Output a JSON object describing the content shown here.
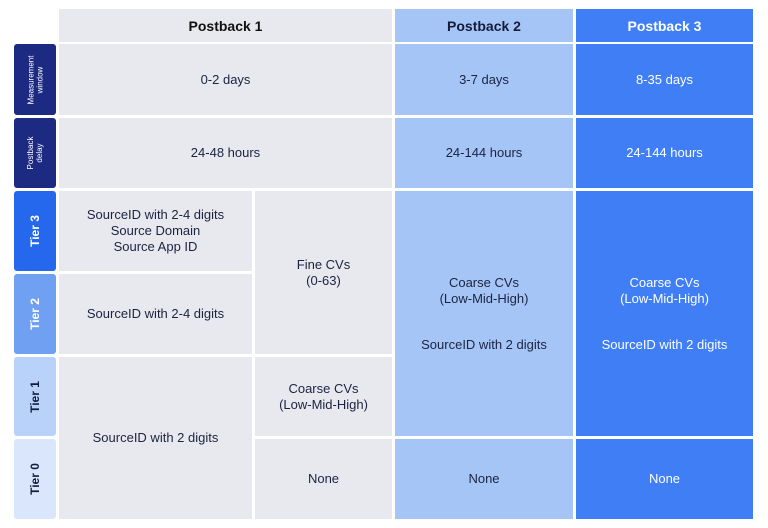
{
  "columns": {
    "postback1": "Postback 1",
    "postback2": "Postback 2",
    "postback3": "Postback 3"
  },
  "rows": {
    "measurement_window": "Measurement window",
    "postback_delay": "Postback delay",
    "tier3": "Tier 3",
    "tier2": "Tier 2",
    "tier1": "Tier 1",
    "tier0": "Tier 0"
  },
  "measurement_window": {
    "p1": "0-2 days",
    "p2": "3-7 days",
    "p3": "8-35 days"
  },
  "postback_delay": {
    "p1": "24-48 hours",
    "p2": "24-144 hours",
    "p3": "24-144 hours"
  },
  "p1_source": {
    "tier3_line1": "SourceID with 2-4 digits",
    "tier3_line2": "Source Domain",
    "tier3_line3": "Source App ID",
    "tier2": "SourceID with 2-4 digits",
    "tier1_0": "SourceID with 2 digits"
  },
  "p1_cv": {
    "fine_line1": "Fine CVs",
    "fine_line2": "(0-63)",
    "coarse_line1": "Coarse CVs",
    "coarse_line2": "(Low-Mid-High)",
    "tier0": "None"
  },
  "p2": {
    "cv_line1": "Coarse CVs",
    "cv_line2": "(Low-Mid-High)",
    "source": "SourceID with 2 digits",
    "tier0": "None"
  },
  "p3": {
    "cv_line1": "Coarse CVs",
    "cv_line2": "(Low-Mid-High)",
    "source": "SourceID with 2 digits",
    "tier0": "None"
  },
  "colors": {
    "postback1_bg": "#e8e8ef",
    "postback2_bg": "#a6c5f7",
    "postback3_bg": "#3f7ef5",
    "header_dark": "#1c2a82",
    "tier3": "#2568ee",
    "tier2": "#6fa0f2",
    "tier1": "#b8d2fa",
    "tier0": "#d9e6fc"
  }
}
